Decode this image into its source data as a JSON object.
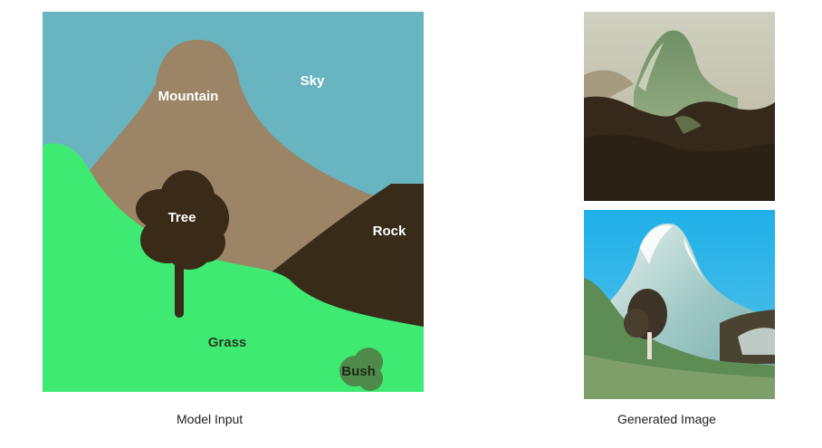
{
  "model_input": {
    "caption": "Model Input",
    "labels": {
      "mountain": "Mountain",
      "sky": "Sky",
      "tree": "Tree",
      "rock": "Rock",
      "grass": "Grass",
      "bush": "Bush"
    },
    "colors": {
      "sky": "#69b4c1",
      "mountain": "#9b8566",
      "grass": "#3eea72",
      "rock": "#382b1a",
      "tree": "#3a2a18",
      "bush": "#4f8a4a"
    }
  },
  "generated": {
    "caption": "Generated Image"
  }
}
